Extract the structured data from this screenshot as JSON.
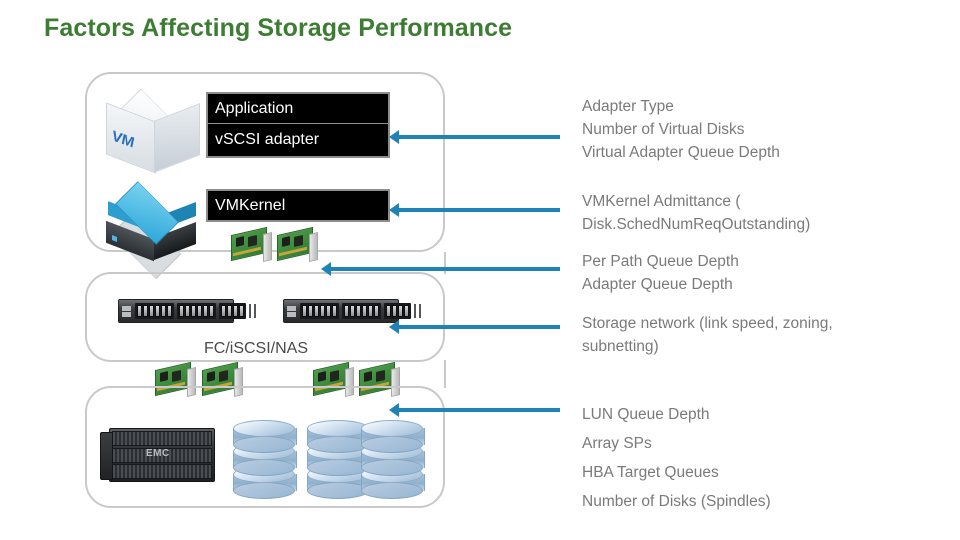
{
  "slide": {
    "title": "Factors Affecting Storage Performance",
    "title_color": "#3d7c33",
    "accent_color": "#1f83b5",
    "zone_border_color": "#c9c9c9",
    "note_color": "#7a7a7a"
  },
  "diagram": {
    "zones": [
      {
        "name": "host",
        "label": ""
      },
      {
        "name": "fabric",
        "label": "FC/iSCSI/NAS"
      },
      {
        "name": "array",
        "label": ""
      }
    ],
    "labels": {
      "application": "Application",
      "vscsi_adapter": "vSCSI adapter",
      "vmkernel": "VMKernel",
      "fabric": "FC/iSCSI/NAS"
    },
    "icons": {
      "vm": "vm-cube-icon",
      "vm_text": "VM",
      "esx_host": "esx-host-icon",
      "hba": "hba-card-icon",
      "switch": "network-switch-icon",
      "array": "storage-array-icon",
      "array_logo": "EMC",
      "disks": "disk-stack-icon"
    },
    "arrows": [
      {
        "name": "arrow-vscsi",
        "direction": "left"
      },
      {
        "name": "arrow-vmkernel",
        "direction": "left"
      },
      {
        "name": "arrow-path",
        "direction": "left"
      },
      {
        "name": "arrow-fabric",
        "direction": "left"
      },
      {
        "name": "arrow-lun",
        "direction": "left"
      }
    ]
  },
  "notes": {
    "adapter": {
      "lines": [
        "Adapter Type",
        "Number of Virtual Disks",
        "Virtual Adapter Queue Depth"
      ]
    },
    "vmkernel": {
      "lines": [
        "VMKernel Admittance (",
        "Disk.SchedNumReqOutstanding)"
      ]
    },
    "path": {
      "lines": [
        "Per Path Queue Depth",
        "Adapter Queue Depth"
      ]
    },
    "network": {
      "lines": [
        "Storage network (link speed, zoning,",
        "subnetting)"
      ]
    },
    "lun": {
      "lines": [
        "LUN Queue Depth",
        "Array SPs",
        "HBA Target Queues",
        "Number of Disks (Spindles)"
      ]
    }
  }
}
